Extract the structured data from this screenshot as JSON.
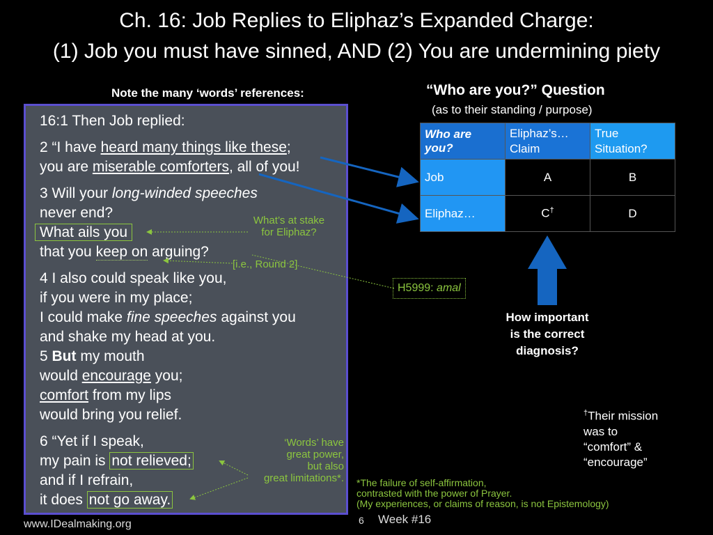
{
  "slide": {
    "title_line1": "Ch. 16:  Job Replies to Eliphaz’s Expanded Charge:",
    "title_line2": "(1) Job you must have sinned, AND (2) You are undermining piety",
    "note_heading": "Note the many ‘words’ references:",
    "verses": {
      "v1": "16:1 Then Job replied:",
      "v2a_pre": "2 “I have ",
      "v2a_u": "heard many things like these",
      "v2a_post": ";",
      "v2b_pre": "you are ",
      "v2b_u": "miserable comforters",
      "v2b_post": ", all of you!",
      "v3a_pre": "3 Will your ",
      "v3a_i": "long-winded speeches",
      "v3b": "never end?",
      "v3c": "What ails you",
      "v3d_pre": "that you ",
      "v3d_u": "keep on",
      "v3d_post": " arguing?",
      "v4a": "4 I also could speak like you,",
      "v4b": "if you were in my place;",
      "v4c_pre": "I could make ",
      "v4c_i": "fine speeches",
      "v4c_post": " against you",
      "v4d": "and shake my head at you.",
      "v5a_pre": "5 ",
      "v5a_b": "But",
      "v5a_post": " my mouth",
      "v5b_pre": "would ",
      "v5b_u": "encourage",
      "v5b_post": " you;",
      "v5c_u": "comfort",
      "v5c_post": " from my lips",
      "v5d": "would bring you relief.",
      "v6a": "6 “Yet if I speak,",
      "v6b_pre": "my pain is ",
      "v6b_box": "not relieved;",
      "v6c": "and if I refrain,",
      "v6d_pre": "it does ",
      "v6d_box": "not go away."
    },
    "annotations": {
      "stake_line1": "What’s at stake",
      "stake_line2": "for Eliphaz?",
      "round": "[i.e., Round 2]",
      "h5999_pre": "H5999: ",
      "h5999_i": "amal",
      "words_line1": "‘Words’ have",
      "words_line2": "great power,",
      "words_line3": "but also",
      "words_line4": "great limitations*.",
      "failure_line1": "*The failure of self-affirmation,",
      "failure_line2": "contrasted with the power of Prayer.",
      "failure_line3": "(My experiences, or claims of reason, is not Epistemology)"
    },
    "question": {
      "heading": "“Who are you?” Question",
      "subheading": "(as to their standing / purpose)",
      "table": {
        "h1": "Who are you?",
        "h2": "Eliphaz’s… Claim",
        "h3": "True Situation?",
        "r1c1": "Job",
        "r1c2": "A",
        "r1c3": "B",
        "r2c1": "Eliphaz…",
        "r2c2": "C",
        "r2c2_sup": "†",
        "r2c3": "D"
      },
      "diagnosis_line1": "How important",
      "diagnosis_line2": "is the correct",
      "diagnosis_line3": "diagnosis?"
    },
    "mission": {
      "dagger": "†",
      "line1": "Their  mission",
      "line2": "was to",
      "line3": "“comfort” &",
      "line4": "“encourage”"
    },
    "footer": {
      "site": "www.IDealmaking.org",
      "page": "6",
      "week": "Week #16"
    },
    "colors": {
      "background": "#000000",
      "text_panel": "#4a5059",
      "panel_border": "#5b4fd0",
      "annotation_green": "#8cc63f",
      "table_blue": "#1a73d6",
      "arrow_blue": "#1565c0"
    }
  }
}
